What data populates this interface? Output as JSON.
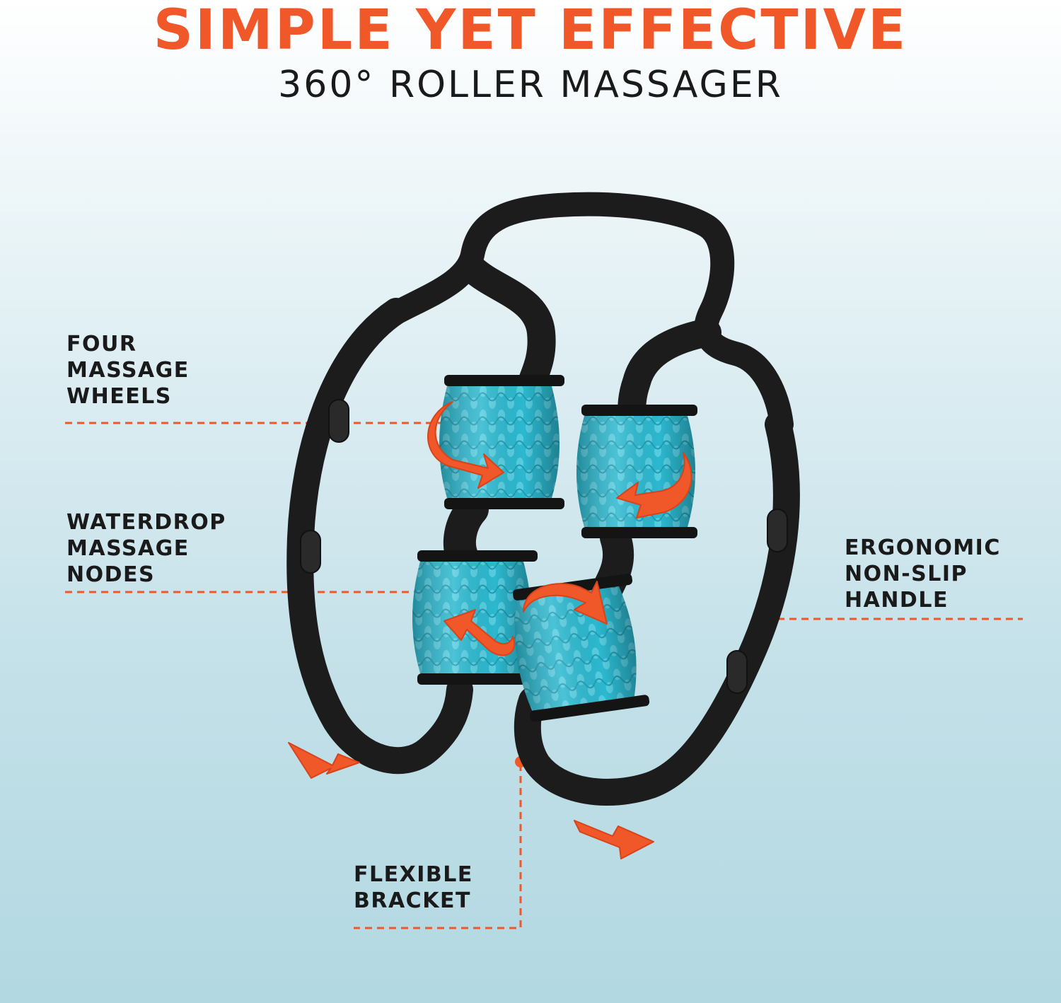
{
  "header": {
    "title": "SIMPLE YET EFFECTIVE",
    "subtitle": "360° ROLLER MASSAGER"
  },
  "callouts": {
    "wheels": "FOUR\nMASSAGE\nWHEELS",
    "nodes": "WATERDROP\nMASSAGE\nNODES",
    "handle": "ERGONOMIC\nNON-SLIP\nHANDLE",
    "bracket": "FLEXIBLE\nBRACKET"
  },
  "colors": {
    "accent": "#f0582a",
    "text": "#1a1a1a",
    "frame": "#1c1c1c",
    "wheel": "#2ab7cd"
  }
}
